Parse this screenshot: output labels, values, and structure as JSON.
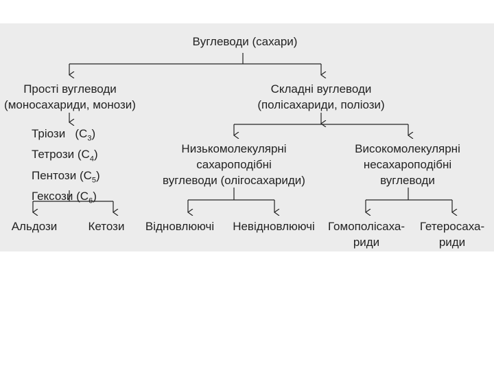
{
  "diagram": {
    "root": "Вуглеводи (сахари)",
    "simple": {
      "title_lines": [
        "Прості вуглеводи",
        "(моносахариди, монози)"
      ],
      "types": [
        {
          "name": "Тріози",
          "formula": "(C",
          "sub": "3",
          "close": ")"
        },
        {
          "name": "Тетрози",
          "formula": "(C",
          "sub": "4",
          "close": ")"
        },
        {
          "name": "Пентози",
          "formula": "(C",
          "sub": "5",
          "close": ")"
        },
        {
          "name": "Гексози",
          "formula": "(C",
          "sub": "6",
          "close": ")"
        }
      ],
      "children": [
        "Альдози",
        "Кетози"
      ]
    },
    "complex": {
      "title_lines": [
        "Складні вуглеводи",
        "(полісахариди, поліози)"
      ],
      "low": {
        "lines": [
          "Низькомолекулярні",
          "сахароподібні",
          "вуглеводи (олігосахариди)"
        ],
        "children": [
          "Відновлюючі",
          "Невідновлюючі"
        ]
      },
      "high": {
        "lines": [
          "Високомолекулярні",
          "несахароподібні",
          "вуглеводи"
        ],
        "children": [
          [
            "Гомополісаха-",
            "риди"
          ],
          [
            "Гетеросаха-",
            "риди"
          ]
        ]
      }
    }
  }
}
